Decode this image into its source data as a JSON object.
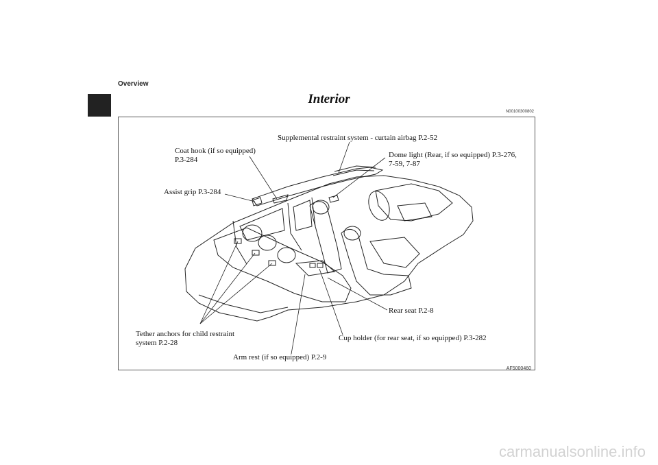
{
  "header": {
    "section": "Overview"
  },
  "title": "Interior",
  "doc_id": "N00100300802",
  "labels": {
    "curtain_airbag": "Supplemental restraint system - curtain airbag P.2-52",
    "coat_hook_line1": "Coat hook (if so equipped)",
    "coat_hook_line2": "P.3-284",
    "dome_light_line1": "Dome light (Rear, if so equipped) P.3-276,",
    "dome_light_line2": "7-59, 7-87",
    "assist_grip": "Assist grip P.3-284",
    "rear_seat": "Rear seat P.2-8",
    "tether_line1": "Tether anchors for child restraint",
    "tether_line2": "system P.2-28",
    "cup_holder": "Cup holder (for rear seat, if so equipped) P.3-282",
    "arm_rest": "Arm rest (if so equipped) P.2-9"
  },
  "figure_code": "AF5000460",
  "watermark": "carmanualsonline.info"
}
